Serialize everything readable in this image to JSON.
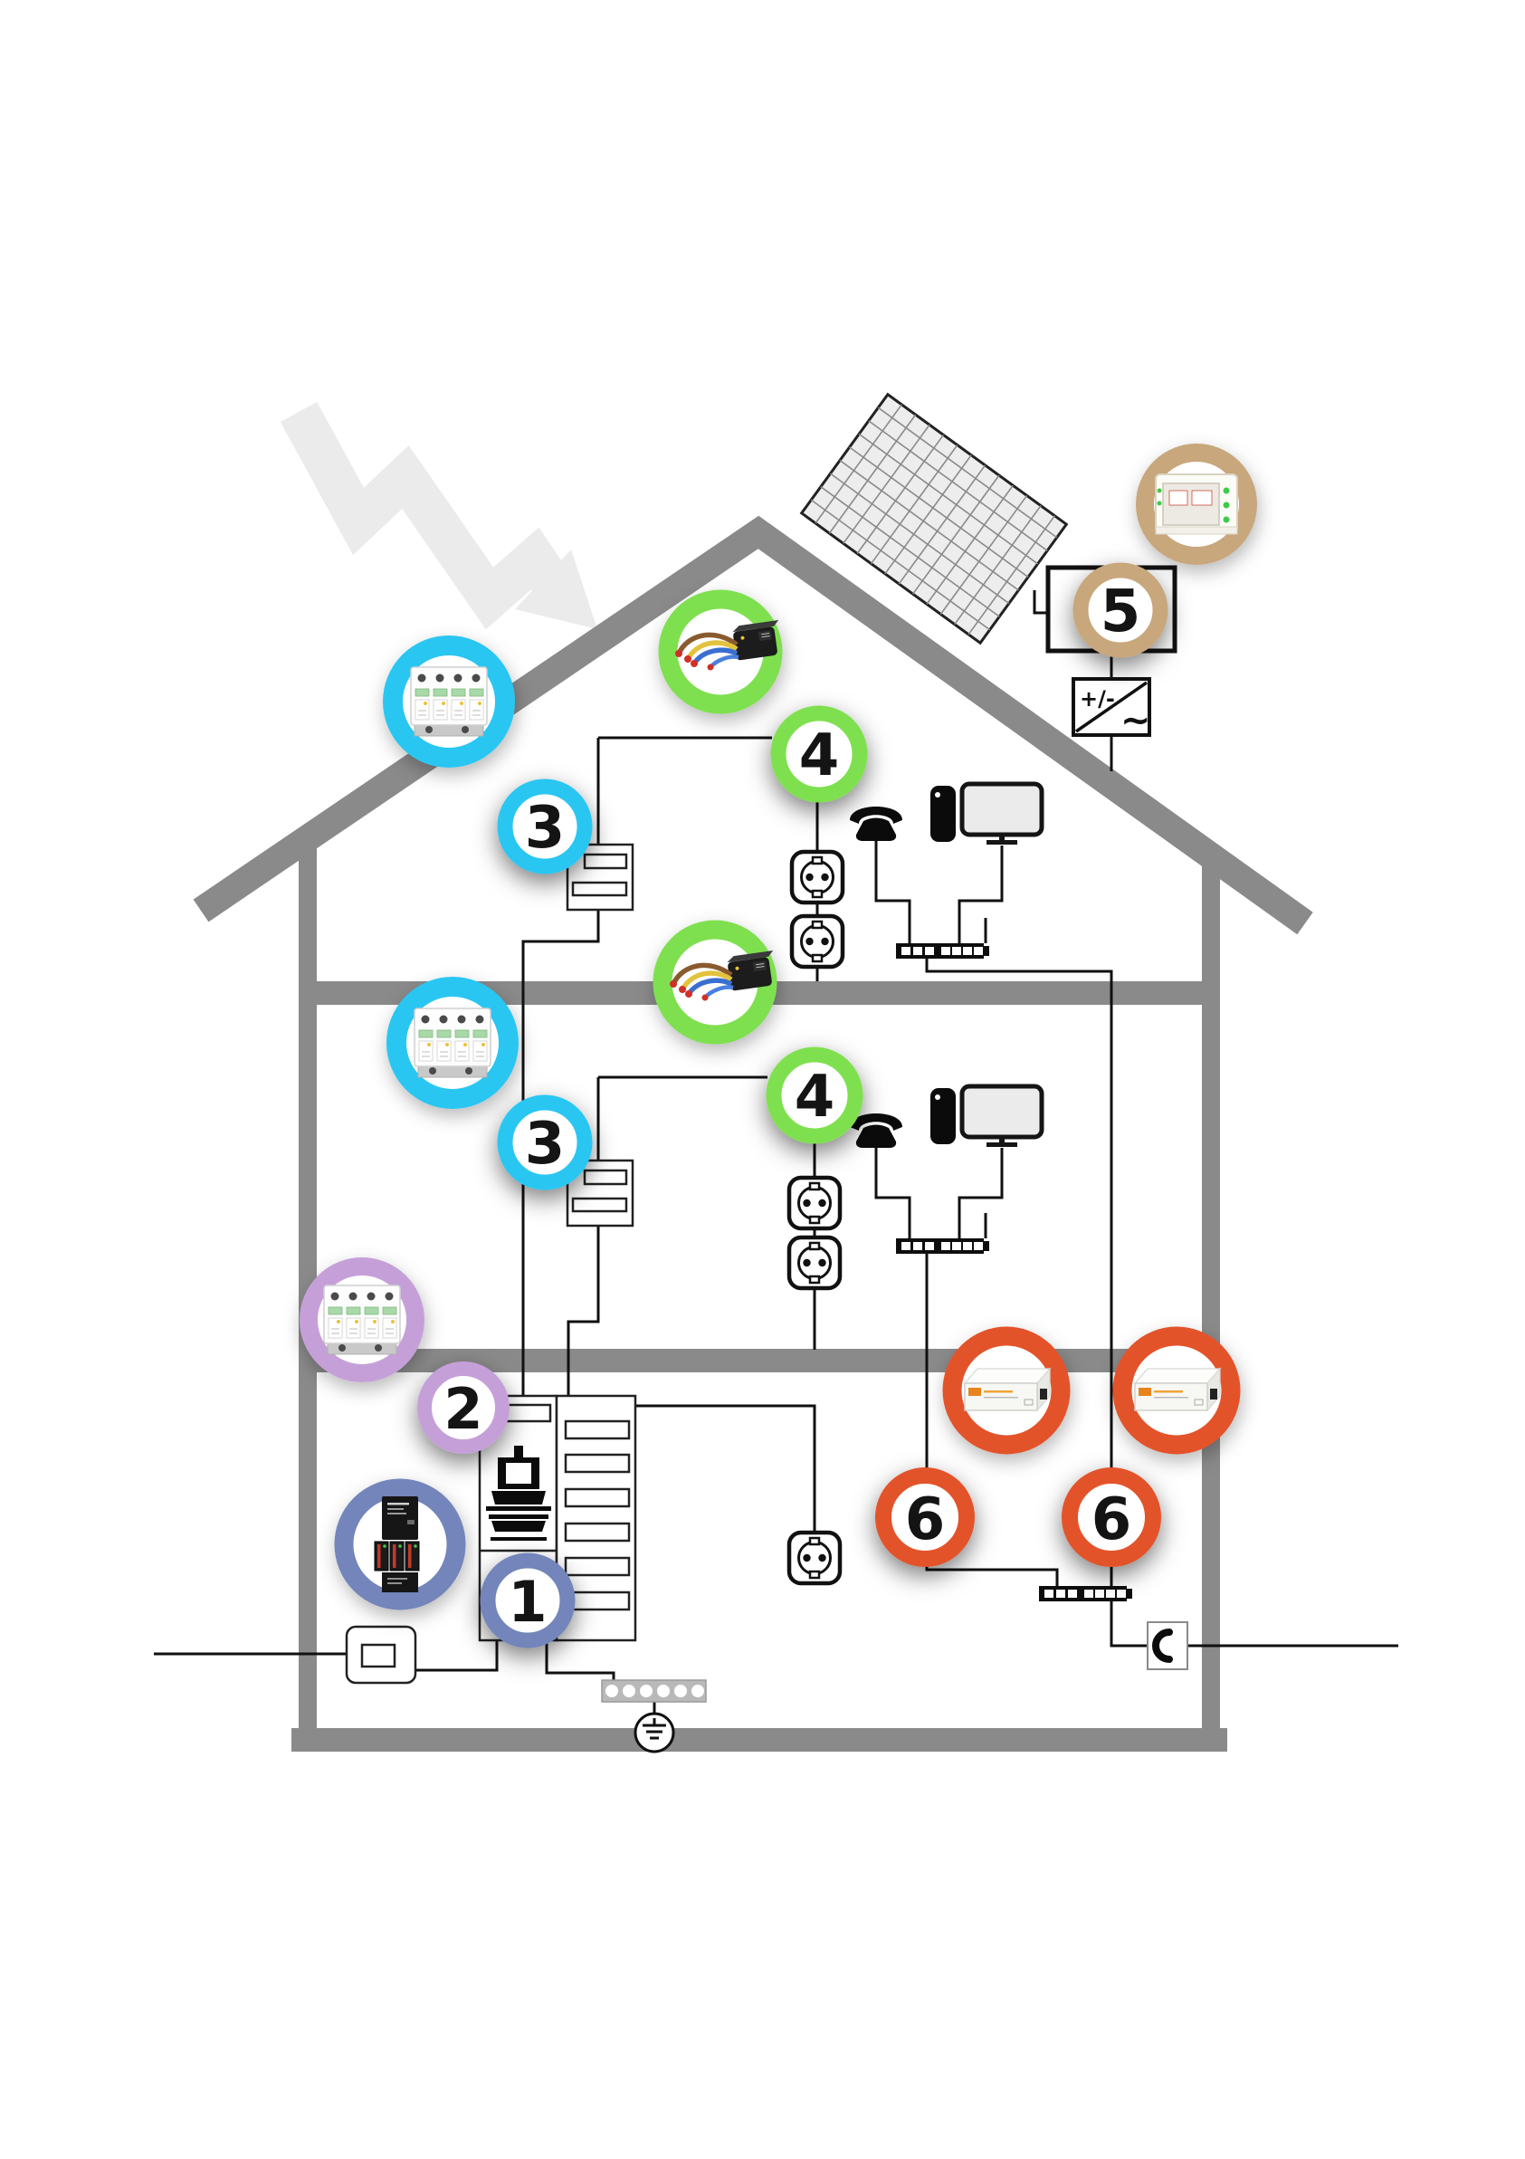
{
  "diagram": {
    "background": "#FFFFFF",
    "description": "House cross-section diagram showing numbered lightning and surge protection zones 1-6"
  },
  "colors": {
    "structure": "#8A8A8A",
    "wire": "#101010",
    "lightning_arrow": "#EBEBEB",
    "solar_panel_fill": "#EDEDED",
    "callout_1": "#7385BA",
    "callout_2": "#C5A0D8",
    "callout_3": "#2AC6F2",
    "callout_4": "#7FE050",
    "callout_5": "#C8A77D",
    "callout_6": "#E3522B",
    "led_green": "#3FC94A",
    "accent_orange": "#E8841E"
  },
  "callouts": {
    "c1": {
      "number": "1"
    },
    "c2": {
      "number": "2"
    },
    "c3": {
      "number": "3"
    },
    "c4": {
      "number": "4"
    },
    "c5": {
      "number": "5"
    },
    "c6": {
      "number": "6"
    }
  },
  "inverter": {
    "dc_label": "+/-",
    "ac_label": "~"
  },
  "icons": {
    "lightning-arrow": "light-gray zigzag arrow",
    "solar-panel": "tilted grid rectangle",
    "pv-junction-box": "outlined rectangle",
    "inverter": "box with +/- and ~ split by diagonal",
    "telephone": "black handset glyph",
    "smartphone": "black rounded rectangle with dot",
    "monitor": "gray screen with stand",
    "network-switch": "black bar with port squares",
    "patch-panel": "black bar with port squares",
    "socket": "rounded square outlet with two pins",
    "electricity-meter": "black meter silhouette",
    "earth-bar": "gray strip with six holes",
    "ground-symbol": "circle with earth lines",
    "service-entrance-box": "rounded rectangle with inner rectangle",
    "phone-line-entry": "small box with rotated handset",
    "surge-arrester-4pole": "white DIN modules with green strips",
    "type1-arrester": "black DIN device with red stripes",
    "wire-protection-module": "black module with colored wires",
    "pv-protection-enclosure": "white enclosure with green LEDs",
    "data-line-protector": "white box with RJ45 port"
  }
}
